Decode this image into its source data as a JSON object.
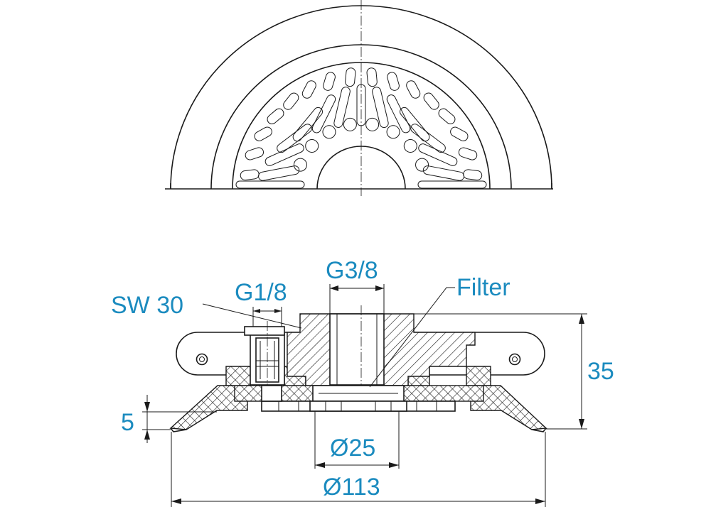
{
  "colors": {
    "label": "#1b8bbf",
    "line": "#1a1a1a",
    "background": "#ffffff"
  },
  "labels": {
    "sw": "SW 30",
    "g18": "G1/8",
    "g38": "G3/8",
    "filter": "Filter",
    "height": "35",
    "lip": "5",
    "d25": "Ø25",
    "d113": "Ø113"
  }
}
